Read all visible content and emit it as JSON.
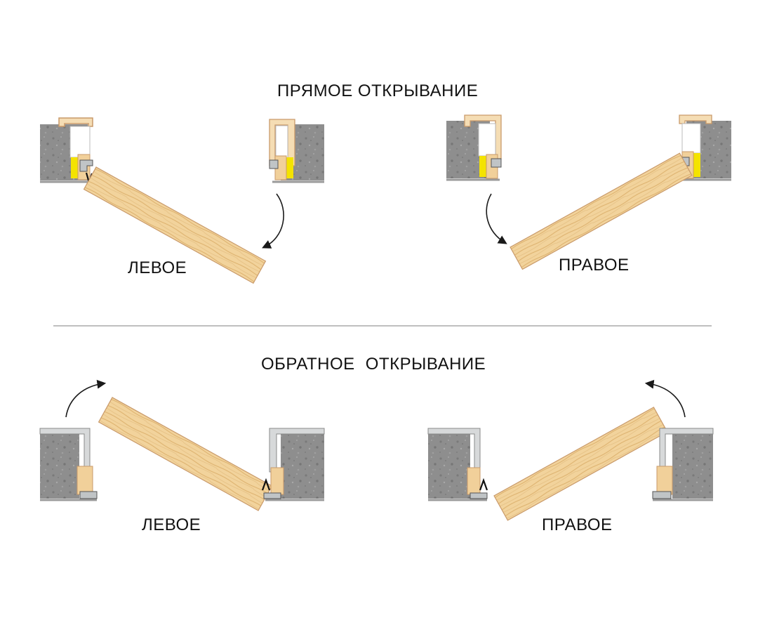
{
  "direct_opening": {
    "title": "ПРЯМОЕ ОТКРЫВАНИЕ",
    "left_label": "ЛЕВОЕ",
    "right_label": "ПРАВОЕ"
  },
  "reverse_opening": {
    "title": "ОБРАТНОЕ  ОТКРЫВАНИЕ",
    "left_label": "ЛЕВОЕ",
    "right_label": "ПРАВОЕ"
  },
  "colors": {
    "wall": "#8f8f8f",
    "wood": "#f0cf94",
    "wood_grain": "#d9ae6a",
    "frame_edge": "#c98c5a",
    "seal": "#f4e300",
    "metal": "#bfc2c4",
    "divider": "#999999"
  }
}
